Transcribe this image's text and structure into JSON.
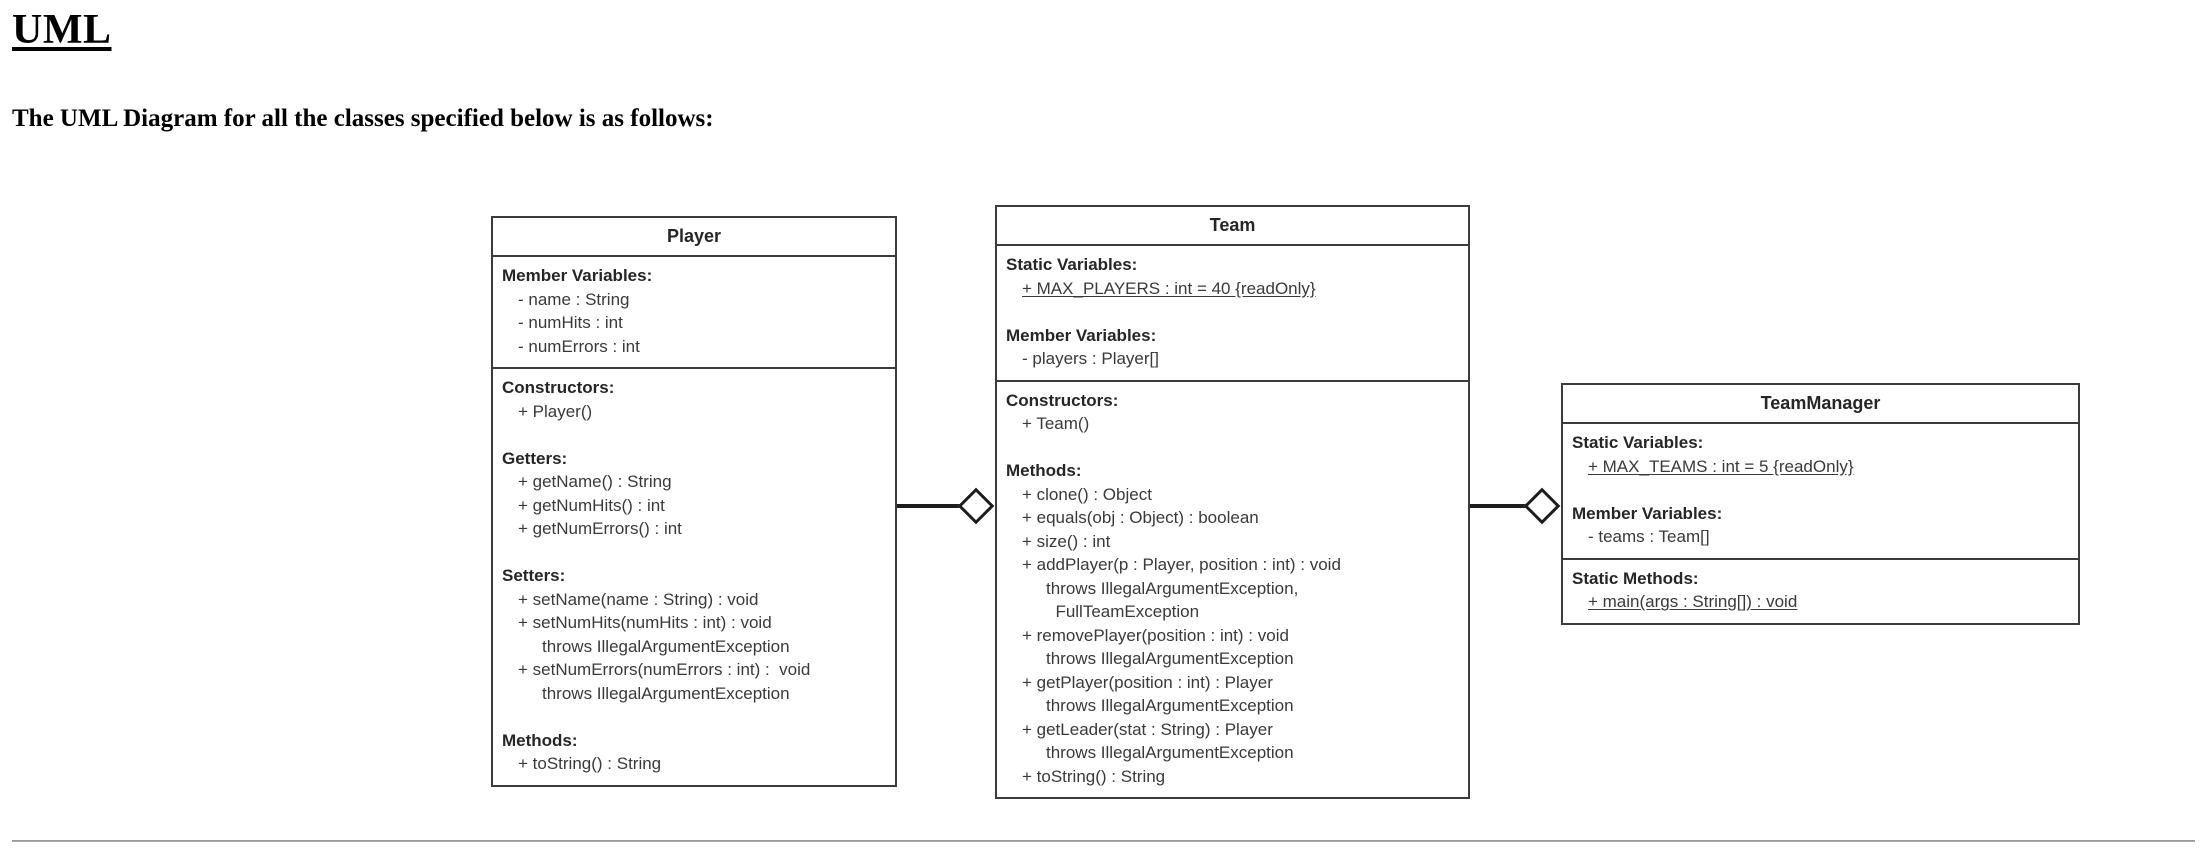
{
  "document": {
    "title": "UML",
    "subtitle": "The UML Diagram for all the classes specified below is as follows:"
  },
  "diagram": {
    "type": "uml-class-diagram",
    "relationships": [
      {
        "name": "player-team-aggregation",
        "kind": "aggregation",
        "from": "Player",
        "to": "Team",
        "diamond_end": "Team"
      },
      {
        "name": "team-teammanager-aggregation",
        "kind": "aggregation",
        "from": "Team",
        "to": "TeamManager",
        "diamond_end": "TeamManager"
      }
    ],
    "classes": [
      {
        "id": "player",
        "name": "Player",
        "compartments": [
          {
            "id": "player-attributes",
            "blocks": [
              {
                "heading": "Member Variables:",
                "lines": [
                  {
                    "text": "- name : String"
                  },
                  {
                    "text": "- numHits : int"
                  },
                  {
                    "text": "- numErrors : int"
                  }
                ]
              }
            ]
          },
          {
            "id": "player-operations",
            "blocks": [
              {
                "heading": "Constructors:",
                "lines": [
                  {
                    "text": "+ Player()"
                  }
                ]
              },
              {
                "heading": "Getters:",
                "lines": [
                  {
                    "text": "+ getName() : String"
                  },
                  {
                    "text": "+ getNumHits() : int"
                  },
                  {
                    "text": "+ getNumErrors() : int"
                  }
                ]
              },
              {
                "heading": "Setters:",
                "lines": [
                  {
                    "text": "+ setName(name : String) : void"
                  },
                  {
                    "text": "+ setNumHits(numHits : int) : void"
                  },
                  {
                    "text": "throws IllegalArgumentException",
                    "continuation": true
                  },
                  {
                    "text": "+ setNumErrors(numErrors : int) :  void"
                  },
                  {
                    "text": "throws IllegalArgumentException",
                    "continuation": true
                  }
                ]
              },
              {
                "heading": "Methods:",
                "lines": [
                  {
                    "text": "+ toString() : String"
                  }
                ]
              }
            ]
          }
        ]
      },
      {
        "id": "team",
        "name": "Team",
        "compartments": [
          {
            "id": "team-attributes",
            "blocks": [
              {
                "heading": "Static Variables:",
                "lines": [
                  {
                    "text": "+ MAX_PLAYERS : int = 40 {readOnly}",
                    "underlined": true
                  }
                ]
              },
              {
                "heading": "Member Variables:",
                "lines": [
                  {
                    "text": "- players : Player[]"
                  }
                ]
              }
            ]
          },
          {
            "id": "team-operations",
            "blocks": [
              {
                "heading": "Constructors:",
                "lines": [
                  {
                    "text": "+ Team()"
                  }
                ]
              },
              {
                "heading": "Methods:",
                "lines": [
                  {
                    "text": "+ clone() : Object"
                  },
                  {
                    "text": "+ equals(obj : Object) : boolean"
                  },
                  {
                    "text": "+ size() : int"
                  },
                  {
                    "text": "+ addPlayer(p : Player, position : int) : void"
                  },
                  {
                    "text": "throws IllegalArgumentException,",
                    "continuation": true
                  },
                  {
                    "text": "  FullTeamException",
                    "continuation": true
                  },
                  {
                    "text": "+ removePlayer(position : int) : void"
                  },
                  {
                    "text": "throws IllegalArgumentException",
                    "continuation": true
                  },
                  {
                    "text": "+ getPlayer(position : int) : Player"
                  },
                  {
                    "text": "throws IllegalArgumentException",
                    "continuation": true
                  },
                  {
                    "text": "+ getLeader(stat : String) : Player"
                  },
                  {
                    "text": "throws IllegalArgumentException",
                    "continuation": true
                  },
                  {
                    "text": "+ toString() : String"
                  }
                ]
              }
            ]
          }
        ]
      },
      {
        "id": "teammanager",
        "name": "TeamManager",
        "compartments": [
          {
            "id": "teammanager-attributes",
            "blocks": [
              {
                "heading": "Static Variables:",
                "lines": [
                  {
                    "text": "+ MAX_TEAMS : int = 5 {readOnly}",
                    "underlined": true
                  }
                ]
              },
              {
                "heading": "Member Variables:",
                "lines": [
                  {
                    "text": "- teams : Team[]"
                  }
                ]
              }
            ]
          },
          {
            "id": "teammanager-operations",
            "blocks": [
              {
                "heading": "Static Methods:",
                "lines": [
                  {
                    "text": "+ main(args : String[]) : void",
                    "underlined": true
                  }
                ]
              }
            ]
          }
        ]
      }
    ]
  }
}
